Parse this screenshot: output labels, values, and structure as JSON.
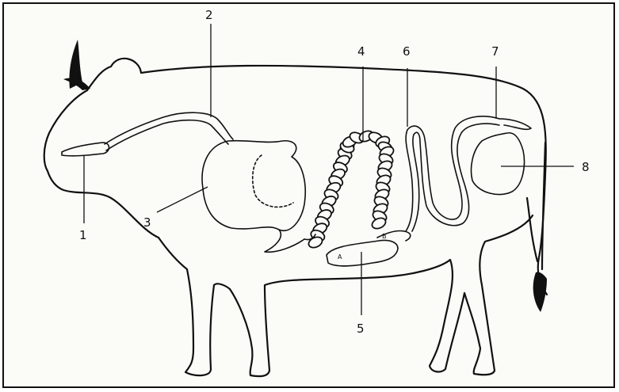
{
  "labels": {
    "l1": "1",
    "l2": "2",
    "l3": "3",
    "l4": "4",
    "l5": "5",
    "l6": "6",
    "l7": "7",
    "l8": "8"
  },
  "small_labels": {
    "a": "A",
    "b": "B"
  }
}
